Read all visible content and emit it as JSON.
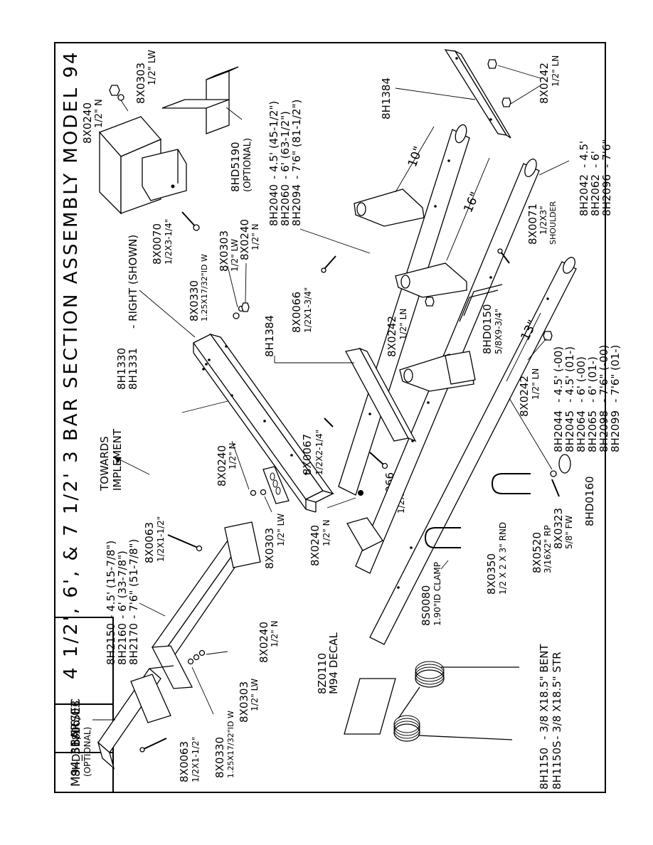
{
  "title": "4 1/2', 6', & 7 1/2' 3 BAR SECTION ASSEMBLY MODEL 94",
  "title_block": {
    "drawing_no": "M94_3BARSEC",
    "date": "6/16/03"
  },
  "direction": {
    "line1": "TOWARDS",
    "line2": "IMPLEMENT"
  },
  "labels": {
    "hd5190": "8HD5190",
    "hd5190_note": "(OPTIONAL)",
    "x0240_top": "8X0240",
    "x0240_top_sub": "1/2\" N",
    "x0303_top": "8X0303",
    "x0303_top_sub": "1/2\" LW",
    "x0070": "8X0070",
    "x0070_sub": "1/2X3-1/4\"",
    "x0303_mid": "8X0303",
    "x0303_mid_sub": "1/2\" LW",
    "x0240_mid": "8X0240",
    "x0240_mid_sub": "1/2\" N",
    "x0330_mid": "8X0330",
    "x0330_mid_sub": "1.25X17/32\"ID W",
    "h1330": "8H1330",
    "h1331": "8H1331",
    "h1330_side": "- RIGHT (SHOWN)",
    "h2150": "8H2150",
    "h2150_spec": "- 4.5' (15-7/8\")",
    "h2160": "8H2160",
    "h2160_spec": "- 6' (33-7/8\")",
    "h2170": "8H2170",
    "h2170_spec": "- 7'6\" (51-7/8\")",
    "x0063_top": "8X0063",
    "x0063_top_sub": "1/2X1-1/2\"",
    "x0240_l": "8X0240",
    "x0240_l_sub": "1/2\" N",
    "x0303_l": "8X0303",
    "x0303_l_sub": "1/2\" LW",
    "x0067": "8X0067",
    "x0067_sub": "1/2X2-1/4\"",
    "x0066_a": "8X0066",
    "x0066_a_sub": "1/2X1-3/4\"",
    "x0066_b": "8X0066",
    "x0066_b_sub": "1/2X1-3/4\"",
    "x0242_mid": "8X0242",
    "x0242_mid_sub": "1/2\" LN",
    "h1384_mid": "8H1384",
    "x0240_lo": "8X0240",
    "x0240_lo_sub": "1/2\" N",
    "h2040": "8H2040",
    "h2040_spec": "- 4.5' (45-1/2\")",
    "h2060": "8H2060",
    "h2060_spec": "- 6' (63-1/2\")",
    "h2094": "8H2094",
    "h2094_spec": "- 7'6\" (81-1/2\")",
    "h1384_r": "8H1384",
    "x0242_r": "8X0242",
    "x0242_r_sub": "1/2\" LN",
    "x0071": "8X0071",
    "x0071_sub": "1/2X3\"",
    "x0071_sub2": "SHOULDER",
    "hd0150": "8HD0150",
    "hd0150_sub": "5/8X9-3/4\"",
    "x0242_lo": "8X0242",
    "x0242_lo_sub": "1/2\" LN",
    "h2042": "8H2042",
    "h2042_spec": "- 4.5'",
    "h2062": "8H2062",
    "h2062_spec": "- 6'",
    "h2096": "8H2096",
    "h2096_spec": "- 7'6\"",
    "h2044": "8H2044",
    "h2044_spec": "- 4.5' (-00)",
    "h2045": "8H2045",
    "h2045_spec": "- 4.5' (01-)",
    "h2064": "8H2064",
    "h2064_spec": "- 6' (-00)",
    "h2065": "8H2065",
    "h2065_spec": "- 6' (01-)",
    "h2098": "8H2098",
    "h2098_spec": "- 7'6\" (-00)",
    "h2099": "8H2099",
    "h2099_spec": "- 7'6\" (01-)",
    "x0520": "8X0520",
    "x0520_sub": "3/16X2\" RP",
    "x0323": "8X0323",
    "x0323_sub": "5/8\" FW",
    "hd0160": "8HD0160",
    "x0350": "8X0350",
    "x0350_sub": "1/2 X 2 X 3\" RND",
    "s0080": "8S0080",
    "s0080_sub": "1.90\"ID CLAMP",
    "z0110": "8Z0110",
    "z0110_sub": "M94 DECAL",
    "hd5180": "8HD5180",
    "hd5180_note": "(OPTIONAL)",
    "x0063_lo": "8X0063",
    "x0063_lo_sub": "1/2X1-1/2\"",
    "x0330_lo": "8X0330",
    "x0330_lo_sub": "1.25X17/32\"ID W",
    "x0303_lo": "8X0303",
    "x0303_lo_sub": "1/2\" LW",
    "x0240_lo2": "8X0240",
    "x0240_lo2_sub": "1/2\" N",
    "h1150": "8H1150",
    "h1150_spec": "- 3/8 X18.5\" BENT",
    "h1150s": "8H1150S",
    "h1150s_spec": "- 3/8 X18.5\" STR"
  },
  "dimensions": {
    "d10": "10\"",
    "d16": "16\"",
    "d13": "13\""
  }
}
